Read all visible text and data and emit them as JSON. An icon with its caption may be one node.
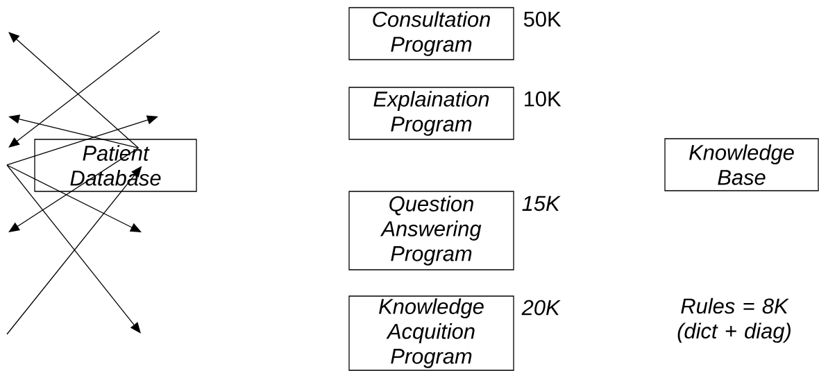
{
  "diagram": {
    "nodes": [
      {
        "text": [
          "Consultation Program"
        ],
        "beside": [
          "50K"
        ]
      },
      {
        "text": [
          "Explaination Program"
        ],
        "beside": [
          "10K"
        ]
      },
      {
        "text": [
          "Patient Database"
        ]
      },
      {
        "text": [
          "Knowledge Base"
        ]
      },
      {
        "text": [
          "Question Answering Program"
        ],
        "beside": [
          "15K"
        ]
      },
      {
        "text": [
          "Knowledge Acquition Program"
        ],
        "beside": [
          "20K"
        ]
      }
    ],
    "edges": [
      {
        "from": 2,
        "to": null,
        "arrow": "to"
      },
      {
        "from": 2,
        "to": null,
        "arrow": "to"
      },
      {
        "from": 2,
        "to": null,
        "arrow": "to"
      },
      {
        "from": null,
        "to": 2,
        "arrow": "to"
      }
    ],
    "labels": [
      "Rules = 8K (dict + diag)"
    ]
  }
}
